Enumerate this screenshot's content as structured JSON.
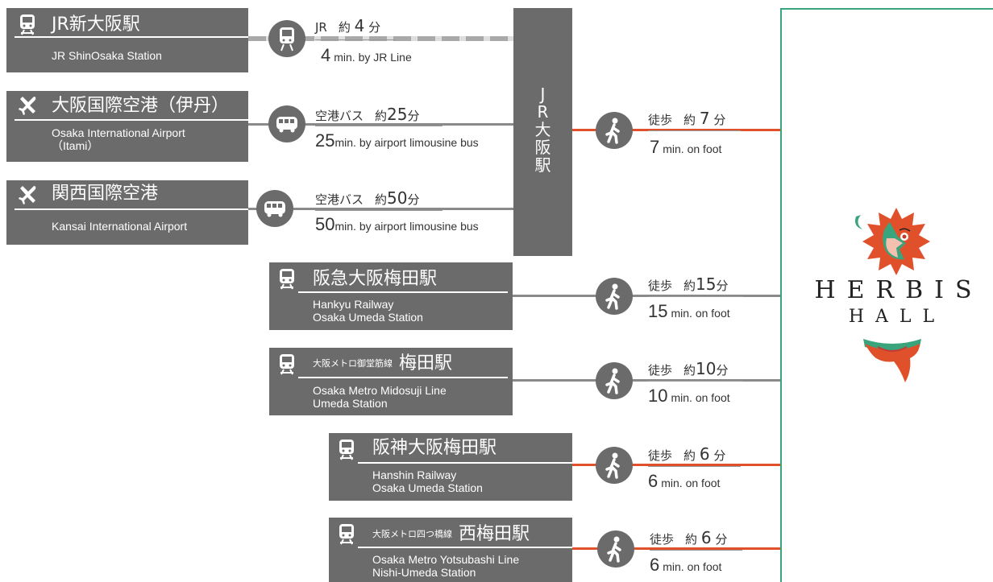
{
  "origins": [
    {
      "id": "jr-shin-osaka",
      "icon": "train-icon",
      "jp": "JR新大阪駅",
      "jp_small": "",
      "en1": "JR ShinOsaka Station",
      "en2": "",
      "transport_icon": "train-icon",
      "mode_jp": "JR",
      "approx": "約",
      "time_jp": "4",
      "min_jp": "分",
      "time_en": "4",
      "en_text": "min. by JR Line"
    },
    {
      "id": "itami",
      "icon": "airplane-icon",
      "jp": "大阪国際空港（伊丹）",
      "jp_small": "",
      "en1": "Osaka International Airport",
      "en2": "（Itami）",
      "transport_icon": "bus-icon",
      "mode_jp": "空港バス",
      "approx": "約",
      "time_jp": "25",
      "min_jp": "分",
      "time_en": "25",
      "en_text": "min. by airport limousine bus"
    },
    {
      "id": "kansai",
      "icon": "airplane-icon",
      "jp": "関西国際空港",
      "jp_small": "",
      "en1": "Kansai International Airport",
      "en2": "",
      "transport_icon": "bus-icon",
      "mode_jp": "空港バス",
      "approx": "約",
      "time_jp": "50",
      "min_jp": "分",
      "time_en": "50",
      "en_text": "min. by airport limousine bus"
    }
  ],
  "hub": {
    "label_chars": [
      "J",
      "R",
      "大",
      "阪",
      "駅"
    ]
  },
  "hub_walk": {
    "mode_jp": "徒歩",
    "approx": "約",
    "time_jp": "7",
    "min_jp": "分",
    "time_en": "7",
    "en_text": "min. on foot"
  },
  "stations": [
    {
      "id": "hankyu",
      "jp": "阪急大阪梅田駅",
      "jp_small": "",
      "en1": "Hankyu Railway",
      "en2": "Osaka Umeda Station",
      "mode_jp": "徒歩",
      "approx": "約",
      "time_jp": "15",
      "min_jp": "分",
      "time_en": "15",
      "en_text": "min. on foot",
      "line_color": "gray"
    },
    {
      "id": "midosuji",
      "jp": "梅田駅",
      "jp_small": "大阪メトロ御堂筋線",
      "en1": "Osaka Metro Midosuji Line",
      "en2": "Umeda Station",
      "mode_jp": "徒歩",
      "approx": "約",
      "time_jp": "10",
      "min_jp": "分",
      "time_en": "10",
      "en_text": "min. on foot",
      "line_color": "gray"
    },
    {
      "id": "hanshin",
      "jp": "阪神大阪梅田駅",
      "jp_small": "",
      "en1": "Hanshin Railway",
      "en2": "Osaka Umeda Station",
      "mode_jp": "徒歩",
      "approx": "約",
      "time_jp": "6",
      "min_jp": "分",
      "time_en": "6",
      "en_text": "min. on foot",
      "line_color": "orange"
    },
    {
      "id": "nishi-umeda",
      "jp": "西梅田駅",
      "jp_small": "大阪メトロ四つ橋線",
      "en1": "Osaka Metro Yotsubashi Line",
      "en2": "Nishi-Umeda Station",
      "mode_jp": "徒歩",
      "approx": "約",
      "time_jp": "6",
      "min_jp": "分",
      "time_en": "6",
      "en_text": "min. on foot",
      "line_color": "orange"
    }
  ],
  "destination": {
    "name_line1": "HERBIS",
    "name_line2": "HALL",
    "logo_icon": "sun-face-logo",
    "accent": "#e0502a",
    "border": "#3aa57d"
  }
}
